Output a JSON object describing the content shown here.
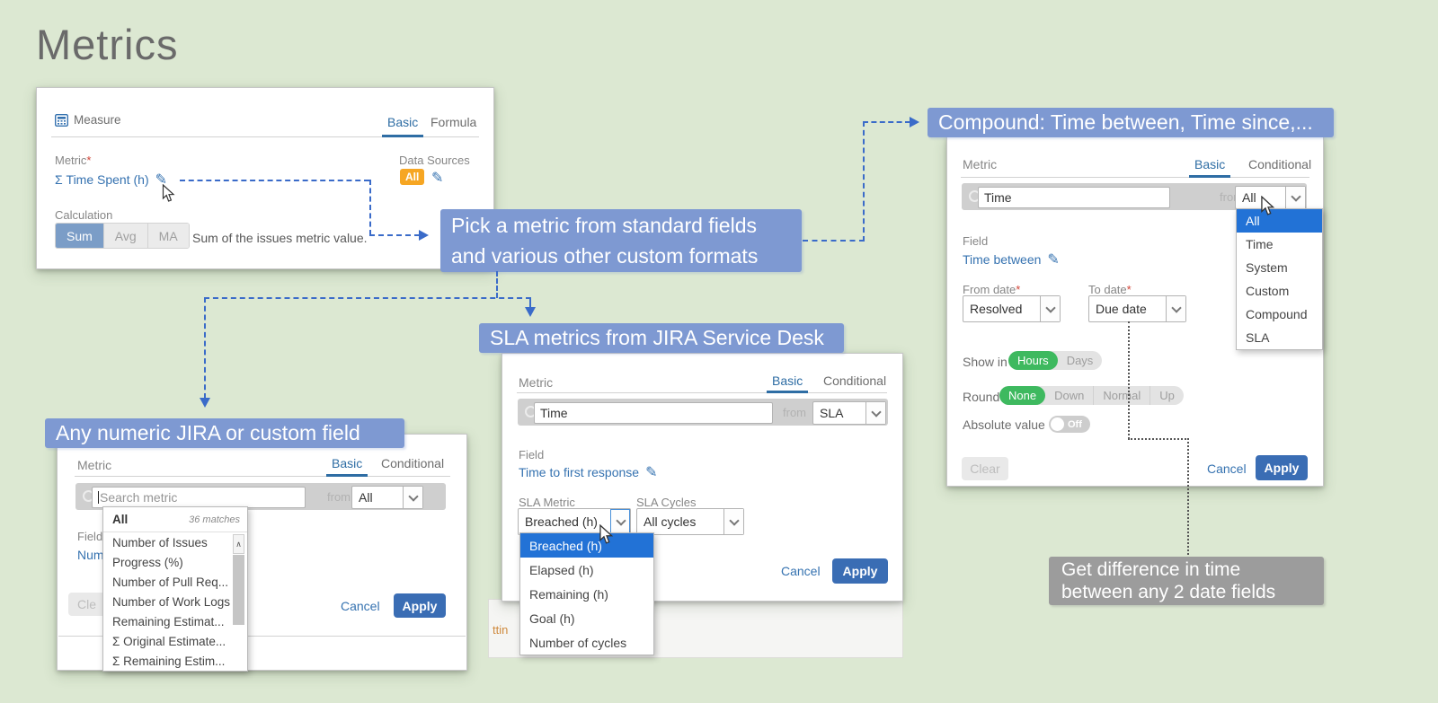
{
  "page": {
    "title": "Metrics",
    "required_mark": "*"
  },
  "colors": {
    "background": "#dce8d2",
    "accent_blue": "#3572b0",
    "annotation_blue": "#7e99d2",
    "annotation_gray": "#9c9c9c",
    "badge_orange": "#f6a623",
    "pill_green": "#3eb95f",
    "selected_item_blue": "#2272d6",
    "apply_blue": "#3a6db4"
  },
  "icons": {
    "pencil_glyph": "✎",
    "scroll_up_glyph": "∧"
  },
  "annotations": {
    "pick_metric_line1": "Pick a metric from standard fields",
    "pick_metric_line2": "and various other custom formats",
    "compound": "Compound: Time between, Time since,...",
    "sla": "SLA metrics from JIRA Service Desk",
    "numeric": "Any numeric JIRA or custom field",
    "difference_line1": "Get difference in time",
    "difference_line2": "between any 2 date fields"
  },
  "measure_panel": {
    "title": "Measure",
    "tab_basic": "Basic",
    "tab_formula": "Formula",
    "metric_label": "Metric",
    "metric_value": "Σ Time Spent (h)",
    "data_sources_label": "Data Sources",
    "data_sources_value": "All",
    "calculation_label": "Calculation",
    "calc_sum": "Sum",
    "calc_avg": "Avg",
    "calc_ma": "MA",
    "description": "Sum of the issues metric value."
  },
  "compound_panel": {
    "header": "Metric",
    "tab_basic": "Basic",
    "tab_conditional": "Conditional",
    "search_value": "Time",
    "from_label": "from",
    "source_value": "All",
    "options": [
      "All",
      "Time",
      "System",
      "Custom",
      "Compound",
      "SLA"
    ],
    "selected_option": "All",
    "field_label": "Field",
    "field_value": "Time between",
    "from_date_label": "From date",
    "from_date_value": "Resolved",
    "to_date_label": "To date",
    "to_date_value": "Due date",
    "show_in_label": "Show in",
    "show_hours": "Hours",
    "show_days": "Days",
    "round_label": "Round",
    "round_none": "None",
    "round_down": "Down",
    "round_normal": "Normal",
    "round_up": "Up",
    "absolute_label": "Absolute value",
    "absolute_state": "Off",
    "clear": "Clear",
    "cancel": "Cancel",
    "apply": "Apply"
  },
  "sla_panel": {
    "header": "Metric",
    "tab_basic": "Basic",
    "tab_conditional": "Conditional",
    "search_value": "Time",
    "from_label": "from",
    "source_value": "SLA",
    "field_label": "Field",
    "field_value": "Time to first response",
    "sla_metric_label": "SLA Metric",
    "sla_metric_value": "Breached (h)",
    "sla_cycles_label": "SLA Cycles",
    "sla_cycles_value": "All cycles",
    "options": [
      "Breached (h)",
      "Elapsed (h)",
      "Remaining (h)",
      "Goal (h)",
      "Number of cycles"
    ],
    "selected_option": "Breached (h)",
    "cancel": "Cancel",
    "apply": "Apply",
    "background_text_fragment": "ttin"
  },
  "numeric_panel": {
    "header": "Metric",
    "tab_basic": "Basic",
    "tab_conditional": "Conditional",
    "search_placeholder": "Search metric",
    "from_label": "from",
    "source_value": "All",
    "results_header": "All",
    "results_count": "36 matches",
    "options": [
      "Number of Issues",
      "Progress (%)",
      "Number of Pull Req...",
      "Number of Work Logs",
      "Remaining Estimat...",
      "Σ Original Estimate...",
      "Σ Remaining Estim..."
    ],
    "field_label": "Field",
    "field_value_fragment": "Num",
    "clear_fragment": "Cle",
    "cancel": "Cancel",
    "apply": "Apply"
  }
}
